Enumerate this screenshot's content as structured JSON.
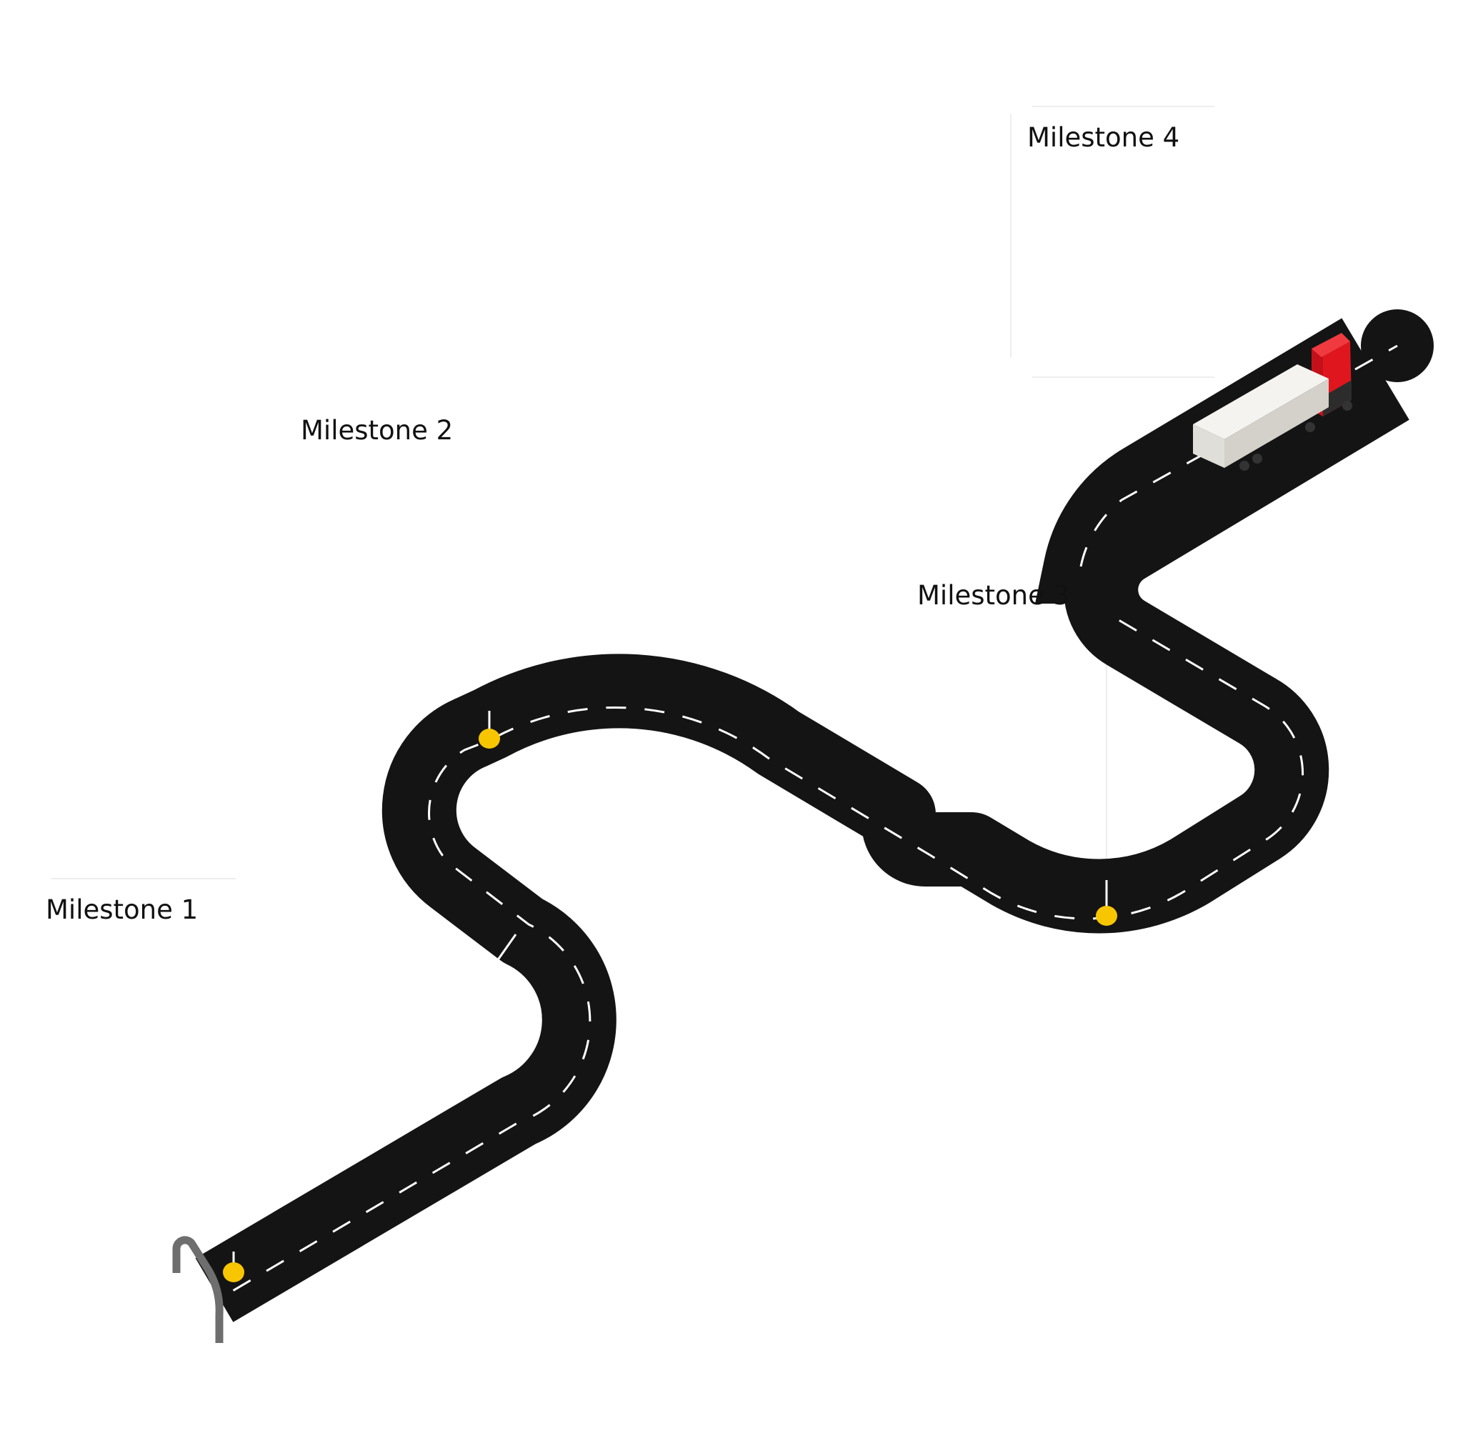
{
  "milestones": [
    {
      "label": "Milestone 1"
    },
    {
      "label": "Milestone 2"
    },
    {
      "label": "Milestone 3"
    },
    {
      "label": "Milestone 4"
    }
  ],
  "colors": {
    "road": "#141414",
    "lane_marking": "#ffffff",
    "marker": "#f7c600",
    "truck_cab": "#e0161e",
    "truck_trailer": "#e8e6e1",
    "barrier": "#6e6e6e"
  },
  "icons": [
    "road",
    "truck-icon",
    "milestone-marker-icon",
    "start-barrier-icon"
  ]
}
